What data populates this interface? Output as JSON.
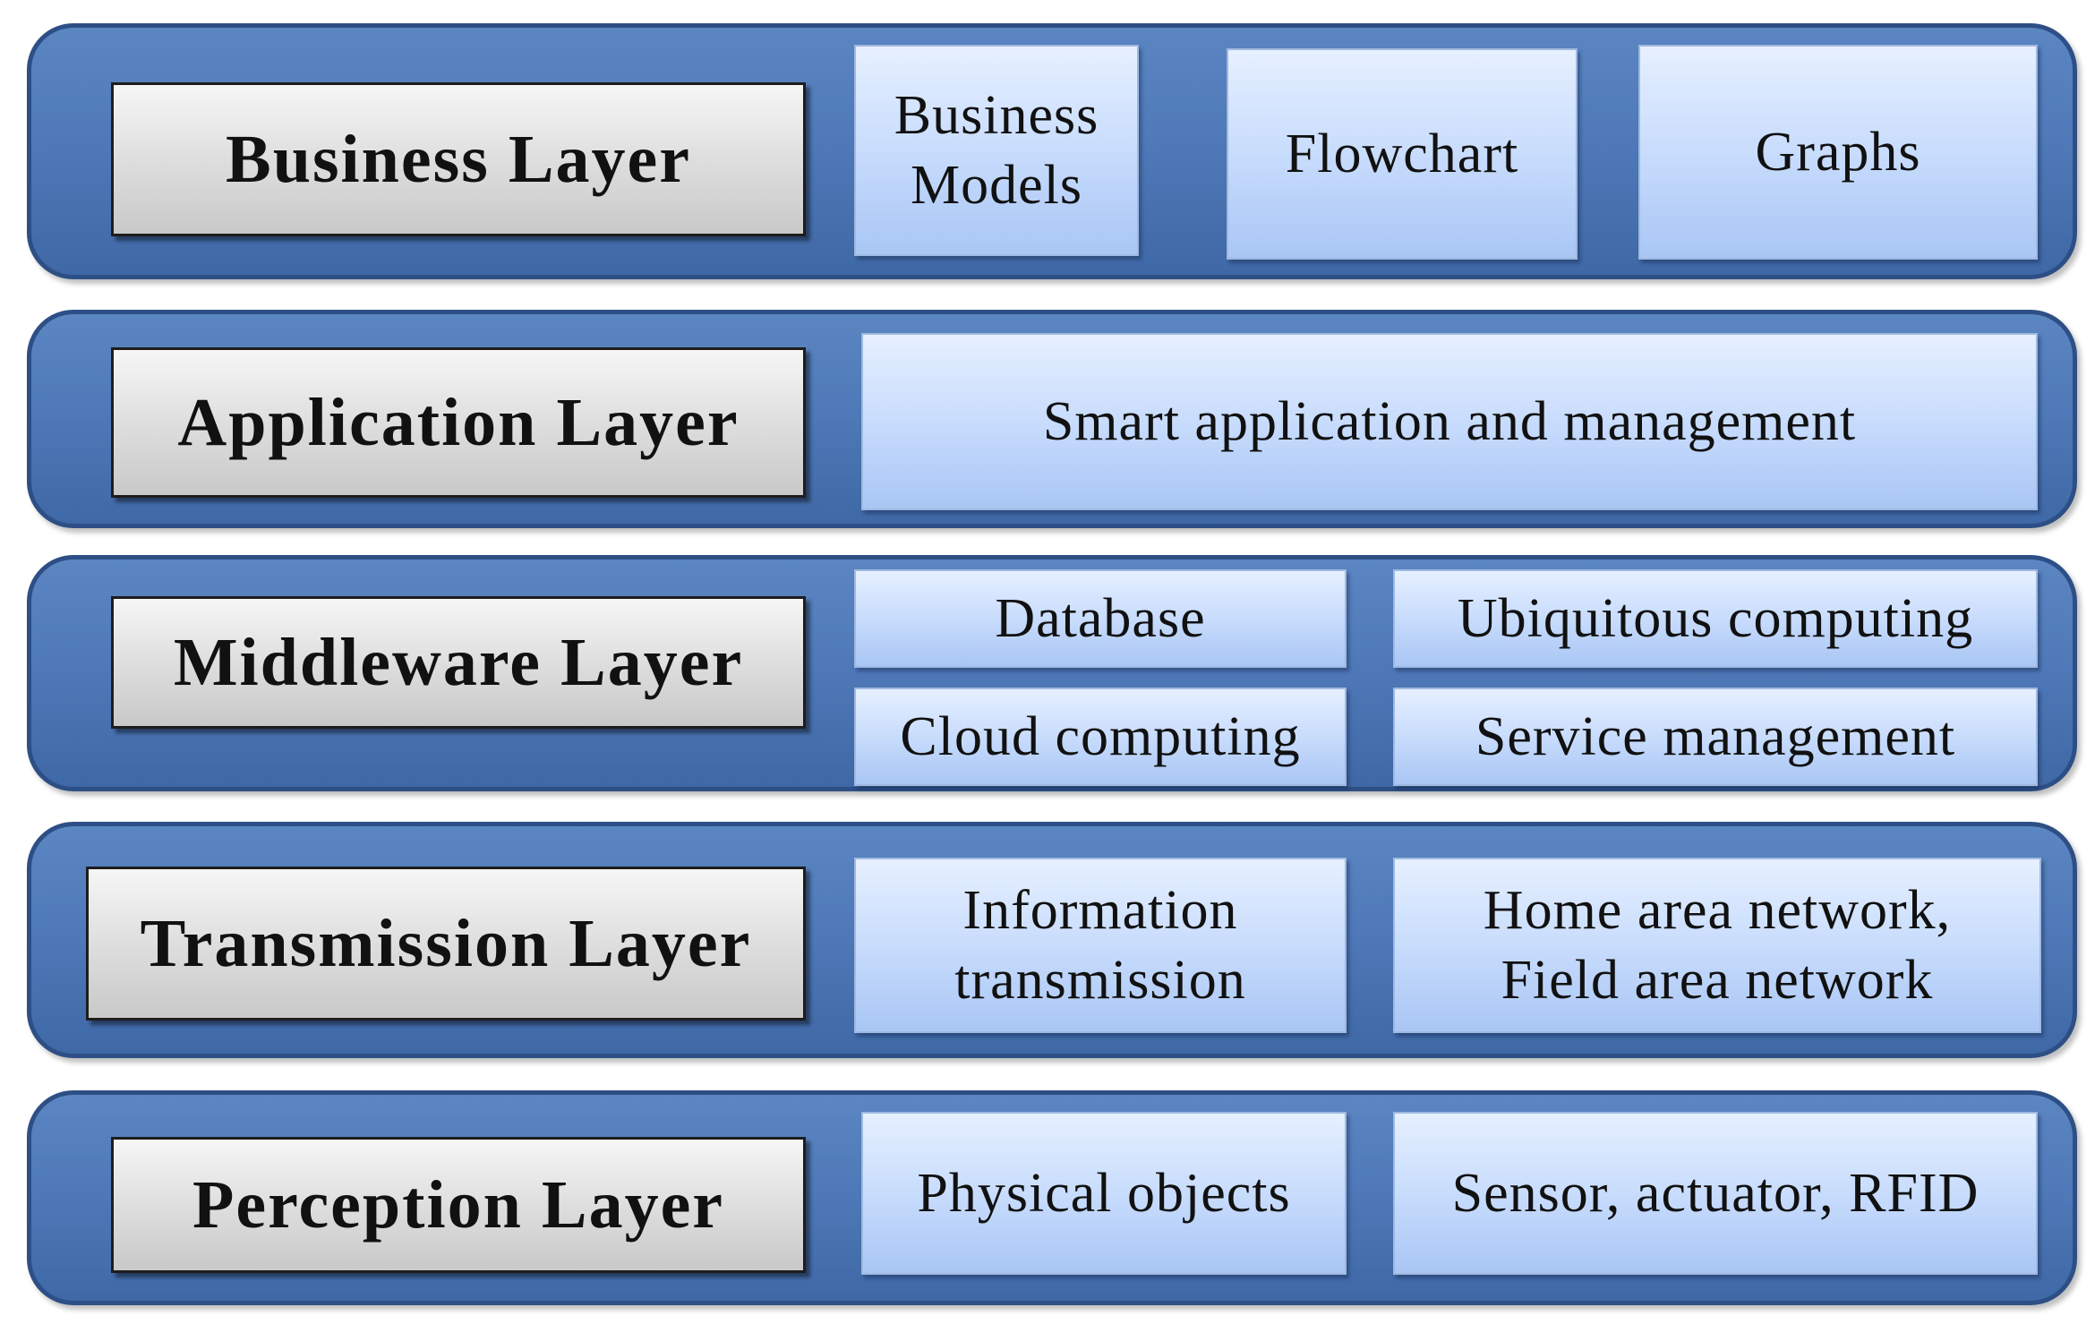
{
  "layers": [
    {
      "label": "Business Layer",
      "cells": [
        "Business\nModels",
        "Flowchart",
        "Graphs"
      ]
    },
    {
      "label": "Application Layer",
      "cells": [
        "Smart application and management"
      ]
    },
    {
      "label": "Middleware Layer",
      "cells": [
        "Database",
        "Ubiquitous computing",
        "Cloud computing",
        "Service management"
      ]
    },
    {
      "label": "Transmission Layer",
      "cells": [
        "Information\ntransmission",
        "Home area network,\nField area network"
      ]
    },
    {
      "label": "Perception Layer",
      "cells": [
        "Physical objects",
        "Sensor, actuator, RFID"
      ]
    }
  ],
  "colors": {
    "band_fill": "#4f79b8",
    "band_border": "#2d4f85",
    "cell_fill": "#c5dafc",
    "label_fill": "#dcdcdc"
  }
}
